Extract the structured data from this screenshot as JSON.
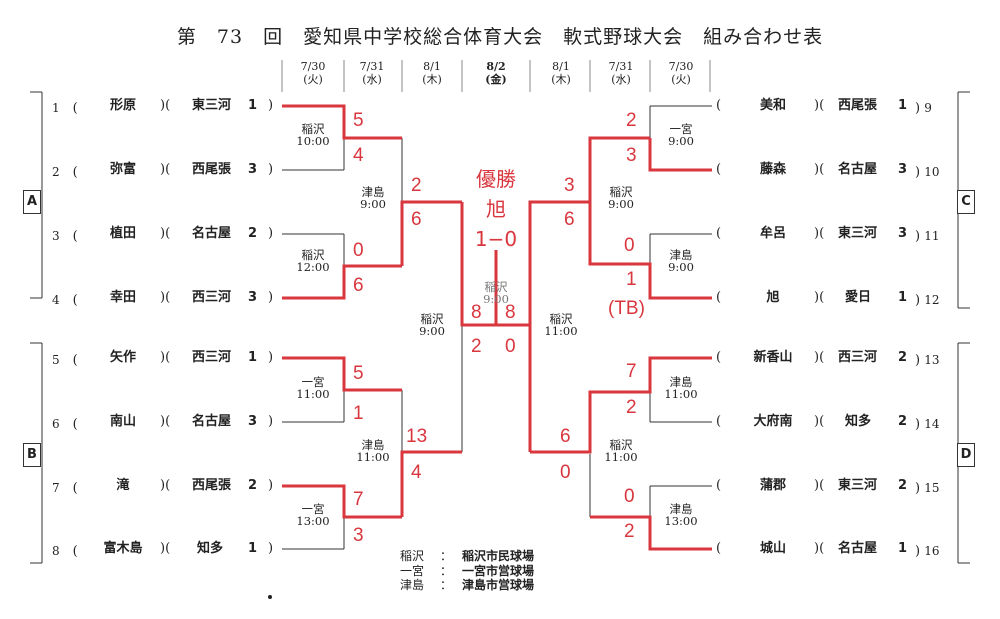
{
  "title": "第　73　回　愛知県中学校総合体育大会　軟式野球大会　組み合わせ表",
  "dates": [
    {
      "date": "7/30",
      "day": "(火)"
    },
    {
      "date": "7/31",
      "day": "(水)"
    },
    {
      "date": "8/1",
      "day": "(木)"
    },
    {
      "date": "8/2",
      "day": "(金)"
    },
    {
      "date": "8/1",
      "day": "(木)"
    },
    {
      "date": "7/31",
      "day": "(水)"
    },
    {
      "date": "7/30",
      "day": "(火)"
    }
  ],
  "blocks": {
    "a": "A",
    "b": "B",
    "c": "C",
    "d": "D"
  },
  "left_teams": [
    {
      "no": "1",
      "school": "形原",
      "region": "東三河",
      "rank": "1"
    },
    {
      "no": "2",
      "school": "弥富",
      "region": "西尾張",
      "rank": "3"
    },
    {
      "no": "3",
      "school": "植田",
      "region": "名古屋",
      "rank": "2"
    },
    {
      "no": "4",
      "school": "幸田",
      "region": "西三河",
      "rank": "3"
    },
    {
      "no": "5",
      "school": "矢作",
      "region": "西三河",
      "rank": "1"
    },
    {
      "no": "6",
      "school": "南山",
      "region": "名古屋",
      "rank": "3"
    },
    {
      "no": "7",
      "school": "滝",
      "region": "西尾張",
      "rank": "2"
    },
    {
      "no": "8",
      "school": "富木島",
      "region": "知多",
      "rank": "1"
    }
  ],
  "right_teams": [
    {
      "no": "9",
      "school": "美和",
      "region": "西尾張",
      "rank": "1"
    },
    {
      "no": "10",
      "school": "藤森",
      "region": "名古屋",
      "rank": "3"
    },
    {
      "no": "11",
      "school": "牟呂",
      "region": "東三河",
      "rank": "3"
    },
    {
      "no": "12",
      "school": "旭",
      "region": "愛日",
      "rank": "1"
    },
    {
      "no": "13",
      "school": "新香山",
      "region": "西三河",
      "rank": "2"
    },
    {
      "no": "14",
      "school": "大府南",
      "region": "知多",
      "rank": "2"
    },
    {
      "no": "15",
      "school": "蒲郡",
      "region": "東三河",
      "rank": "2"
    },
    {
      "no": "16",
      "school": "城山",
      "region": "名古屋",
      "rank": "1"
    }
  ],
  "venues": {
    "l_r1_1": [
      "稲沢",
      "10:00"
    ],
    "l_r1_2": [
      "稲沢",
      "12:00"
    ],
    "l_r1_3": [
      "一宮",
      "11:00"
    ],
    "l_r1_4": [
      "一宮",
      "13:00"
    ],
    "l_r2_1": [
      "津島",
      "9:00"
    ],
    "l_r2_2": [
      "津島",
      "11:00"
    ],
    "l_sf": [
      "稲沢",
      "9:00"
    ],
    "final": [
      "稲沢",
      "9:00"
    ],
    "r_sf": [
      "稲沢",
      "11:00"
    ],
    "r_r2_1": [
      "稲沢",
      "9:00"
    ],
    "r_r2_2": [
      "稲沢",
      "11:00"
    ],
    "r_r1_1": [
      "一宮",
      "9:00"
    ],
    "r_r1_2": [
      "津島",
      "9:00"
    ],
    "r_r1_3": [
      "津島",
      "11:00"
    ],
    "r_r1_4": [
      "津島",
      "13:00"
    ]
  },
  "scores": {
    "l1": "5",
    "l2": "4",
    "l3": "0",
    "l4": "6",
    "l5": "5",
    "l6": "1",
    "l7": "7",
    "l8": "3",
    "l9": "2",
    "l10": "6",
    "l11": "13",
    "l12": "4",
    "l13": "8",
    "l14": "2",
    "r13": "8",
    "r14": "0",
    "r9": "3",
    "r10": "6",
    "r11": "6",
    "r12": "0",
    "r1": "2",
    "r2": "3",
    "r3": "0",
    "r4": "1",
    "r4b": "(TB)",
    "r5": "7",
    "r6": "2",
    "r7": "0",
    "r8": "2"
  },
  "champion": {
    "label": "優勝",
    "team": "旭",
    "score": "1−0"
  },
  "legend": [
    {
      "abbr": "稲沢",
      "sep": "：",
      "name": "稲沢市民球場"
    },
    {
      "abbr": "一宮",
      "sep": "：",
      "name": "一宮市営球場"
    },
    {
      "abbr": "津島",
      "sep": "：",
      "name": "津島市営球場"
    }
  ],
  "colors": {
    "win_line": "#d9363e",
    "line": "#333333"
  }
}
